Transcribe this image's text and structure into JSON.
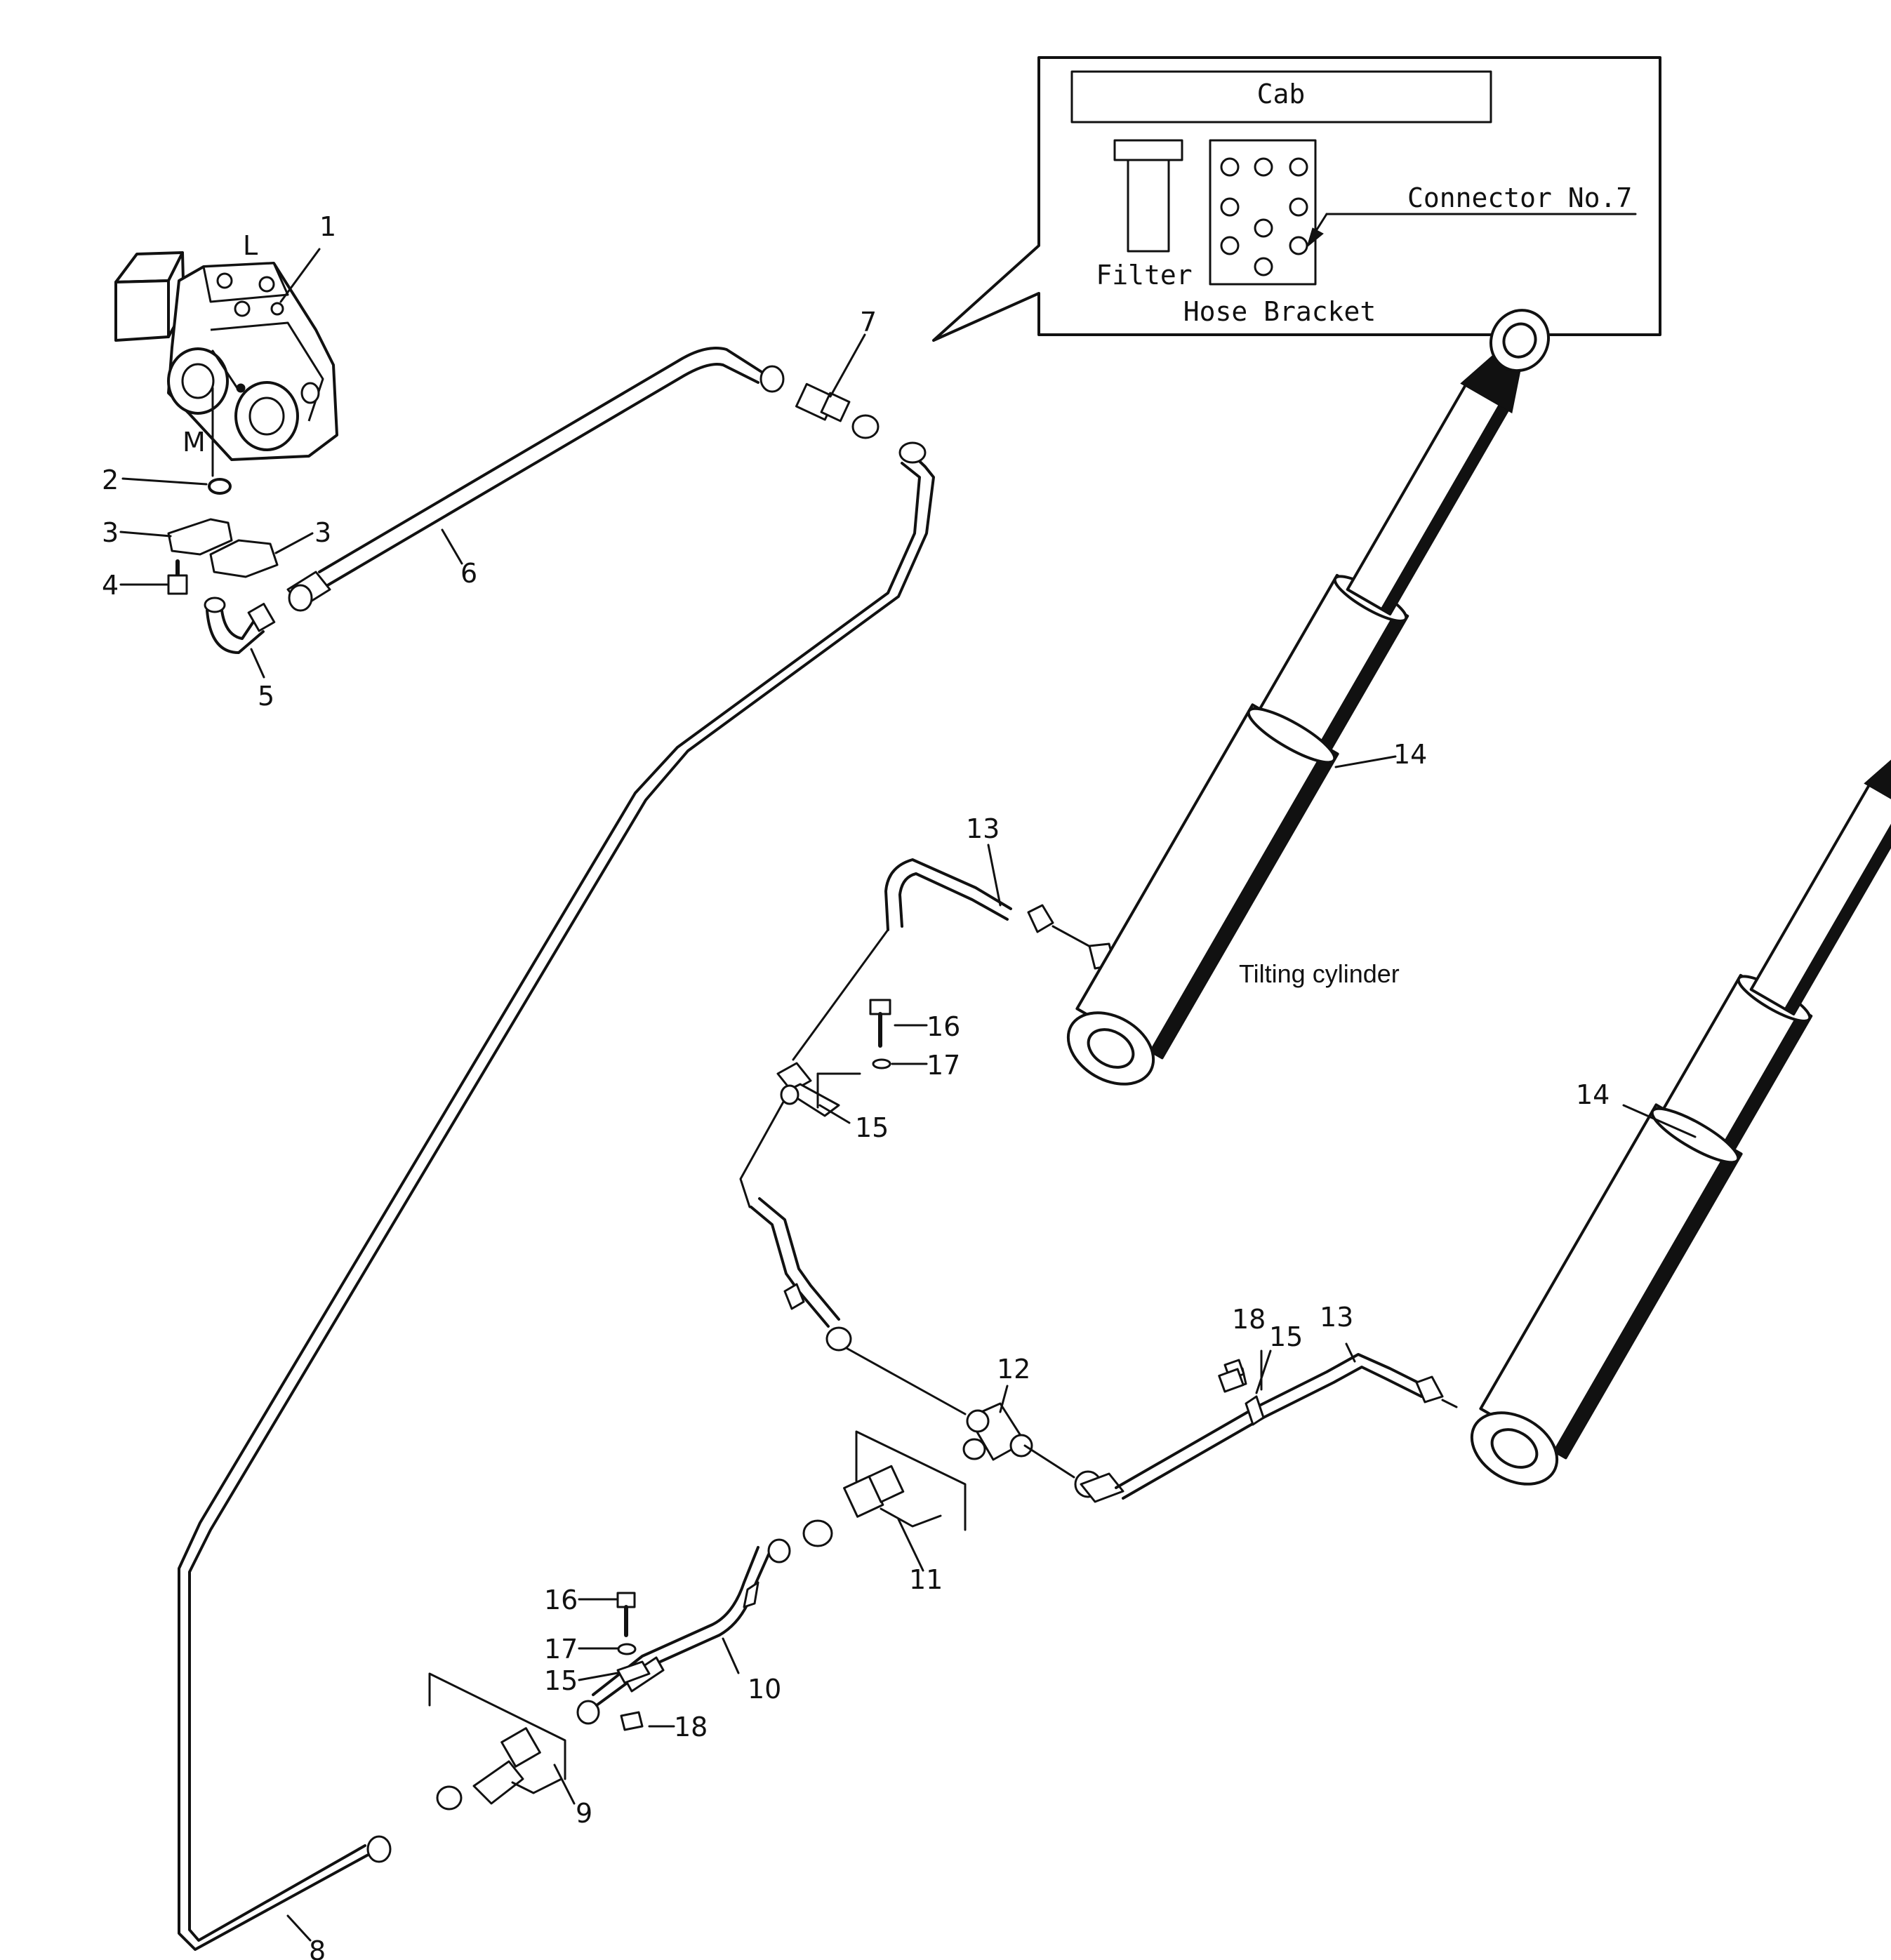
{
  "callout": {
    "cab": "Cab",
    "filter": "Filter",
    "connector": "Connector No.7",
    "hose_bracket": "Hose Bracket"
  },
  "valve": {
    "port_l": "L",
    "port_m": "M"
  },
  "cylinder_label": "Tilting cylinder",
  "parts": {
    "p1": "1",
    "p2": "2",
    "p3a": "3",
    "p3b": "3",
    "p4": "4",
    "p5": "5",
    "p6": "6",
    "p7": "7",
    "p8": "8",
    "p9": "9",
    "p10": "10",
    "p11": "11",
    "p12": "12",
    "p13a": "13",
    "p13b": "13",
    "p14a": "14",
    "p14b": "14",
    "p15a": "15",
    "p15b": "15",
    "p15c": "15",
    "p16a": "16",
    "p16b": "16",
    "p17a": "17",
    "p17b": "17",
    "p18a": "18",
    "p18b": "18"
  }
}
